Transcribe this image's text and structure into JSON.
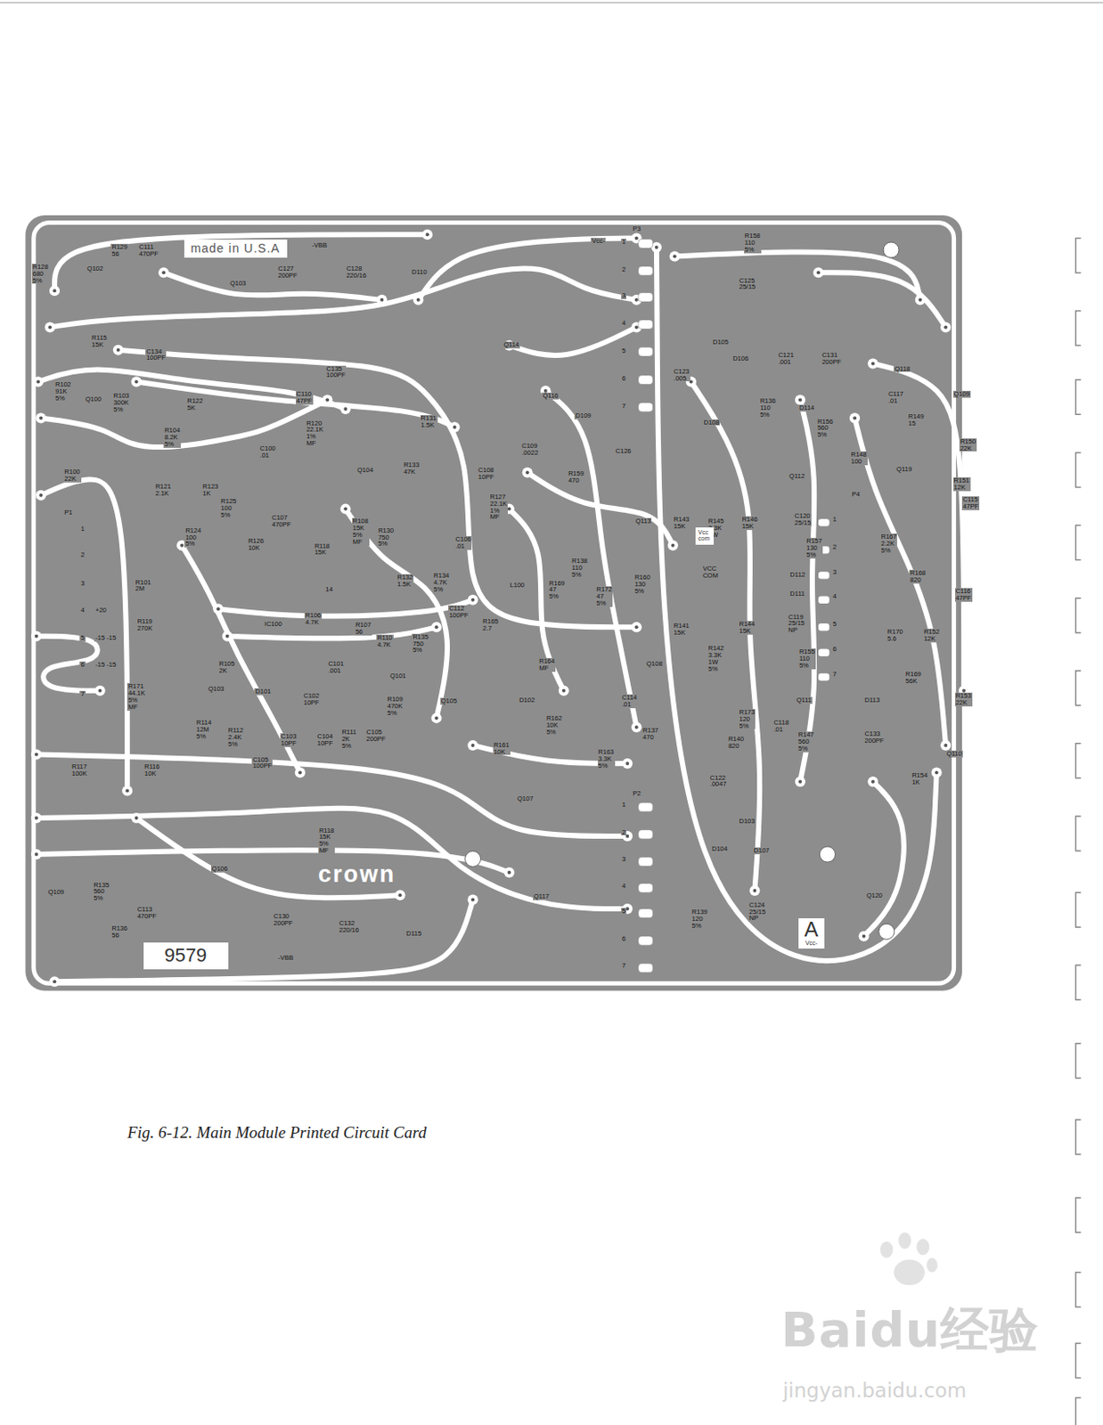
{
  "diagram": {
    "caption": "Fig. 6-12. Main Module Printed Circuit Card",
    "nodes": [
      {
        "text": [
          "made in U.S.A"
        ]
      },
      {
        "text": [
          "Vcc com"
        ]
      },
      {
        "text": [
          "crown"
        ]
      },
      {
        "text": [
          "A",
          "Vcc-"
        ]
      },
      {
        "text": [
          "9579"
        ]
      }
    ],
    "labels": [
      "R128 680 5%",
      "Q102",
      "R129 56",
      "C111 470PF",
      "-VBB",
      "Q103",
      "C127 200PF",
      "C128 220/16",
      "D110",
      "P3",
      "Vcc-",
      "1",
      "2",
      "3",
      "4",
      "5",
      "6",
      "7",
      "R158 110 5%",
      "C125 25/15",
      "R115 15K",
      "C134 100PF",
      "R102 91K 5%",
      "Q100",
      "R103 300K 5%",
      "R122 5K",
      "R104 8.2K 5%",
      "C135 100PF",
      "C110 47PF",
      "R120 22.1K 1% MF",
      "R131 1.5K",
      "C100 .01",
      "Q104",
      "R133 47K",
      "Q114",
      "Q116",
      "D109",
      "C109 .0022",
      "C126",
      "C108 10PF",
      "R127 22.1K 1% MF",
      "R159 470",
      "Q113",
      "D105",
      "D106",
      "C123 .005",
      "R100 22K",
      "R121 2.1K",
      "R123 1K",
      "R125 100 5%",
      "R124 100 5%",
      "R126 10K",
      "C107 470PF",
      "R118 15K",
      "R108 15K 5% MF",
      "R130 750 5%",
      "14",
      "C106 .01",
      "R132 1.5K",
      "R134 4.7K 5%",
      "R165 2.7",
      "C112 100PF",
      "L100",
      "R169 47 5%",
      "R138 110 5%",
      "R172 47 5%",
      "R160 130 5%",
      "R143 15K",
      "R145 3.3K 1W",
      "R146 15K",
      "VCC COM",
      "Q112",
      "C120 25/15",
      "R157 130 5%",
      "D112",
      "D111",
      "C119 25/15 NP",
      "C121 .001",
      "C131 200PF",
      "Q118",
      "C117 .01",
      "Q109",
      "R149 15",
      "R150 22K",
      "R156 560 5%",
      "D114",
      "R136 110 5%",
      "D108",
      "R148 100",
      "Q119",
      "R151 12K",
      "C115 47PF",
      "P4",
      "1",
      "2",
      "3",
      "4",
      "5",
      "6",
      "7",
      "R167 2.2K 5%",
      "R168 820",
      "C116 47PF",
      "R152 12K",
      "R170 5.6",
      "R155 110 5%",
      "R169 56K",
      "R153 22K",
      "Q111",
      "D113",
      "C118 .01",
      "R147 560 5%",
      "C133 200PF",
      "Q110",
      "R154 1K",
      "R173 120 5%",
      "R140 820",
      "C122 .0047",
      "D103",
      "D104",
      "D107",
      "R139 120 5%",
      "C124 25/15 NP",
      "Q120",
      "R141 15K",
      "R142 3.3K 1W 5%",
      "R144 15K",
      "Q108",
      "R164 MF",
      "C114 .01",
      "R137 470",
      "D102",
      "R162 10K 5%",
      "R161 10K",
      "R163 3.3K 5%",
      "Q105",
      "Q107",
      "P2",
      "1",
      "2",
      "3",
      "4",
      "5",
      "6",
      "7",
      "Q117",
      "Q101",
      "R109 470K 5%",
      "C101 .001",
      "C102 10PF",
      "R107 56",
      "R106 4.7K",
      "IC100",
      "R110 4.7K",
      "R135 750 5%",
      "R105 2K",
      "Q103",
      "D101",
      "R114 12M 5%",
      "R112 2.4K 5%",
      "C103 10PF",
      "C104 10PF",
      "R111 2K 5%",
      "C105 200PF",
      "C105 100PF",
      "R101 2M",
      "R119 270K",
      "R171 44.1K 5% MF",
      "R117 100K",
      "R116 10K",
      "R118 15K 5% MF",
      "P1",
      "1",
      "2",
      "3",
      "4",
      "5",
      "6",
      "7",
      "+20",
      "-15 -15",
      "-15 -15",
      "Q106",
      "Q109",
      "R135 560 5%",
      "C113 470PF",
      "R136 56",
      "C130 200PF",
      "C132 220/16",
      "D115",
      "-VBB",
      "Baidu经验",
      "jingyan.baidu.com"
    ]
  }
}
